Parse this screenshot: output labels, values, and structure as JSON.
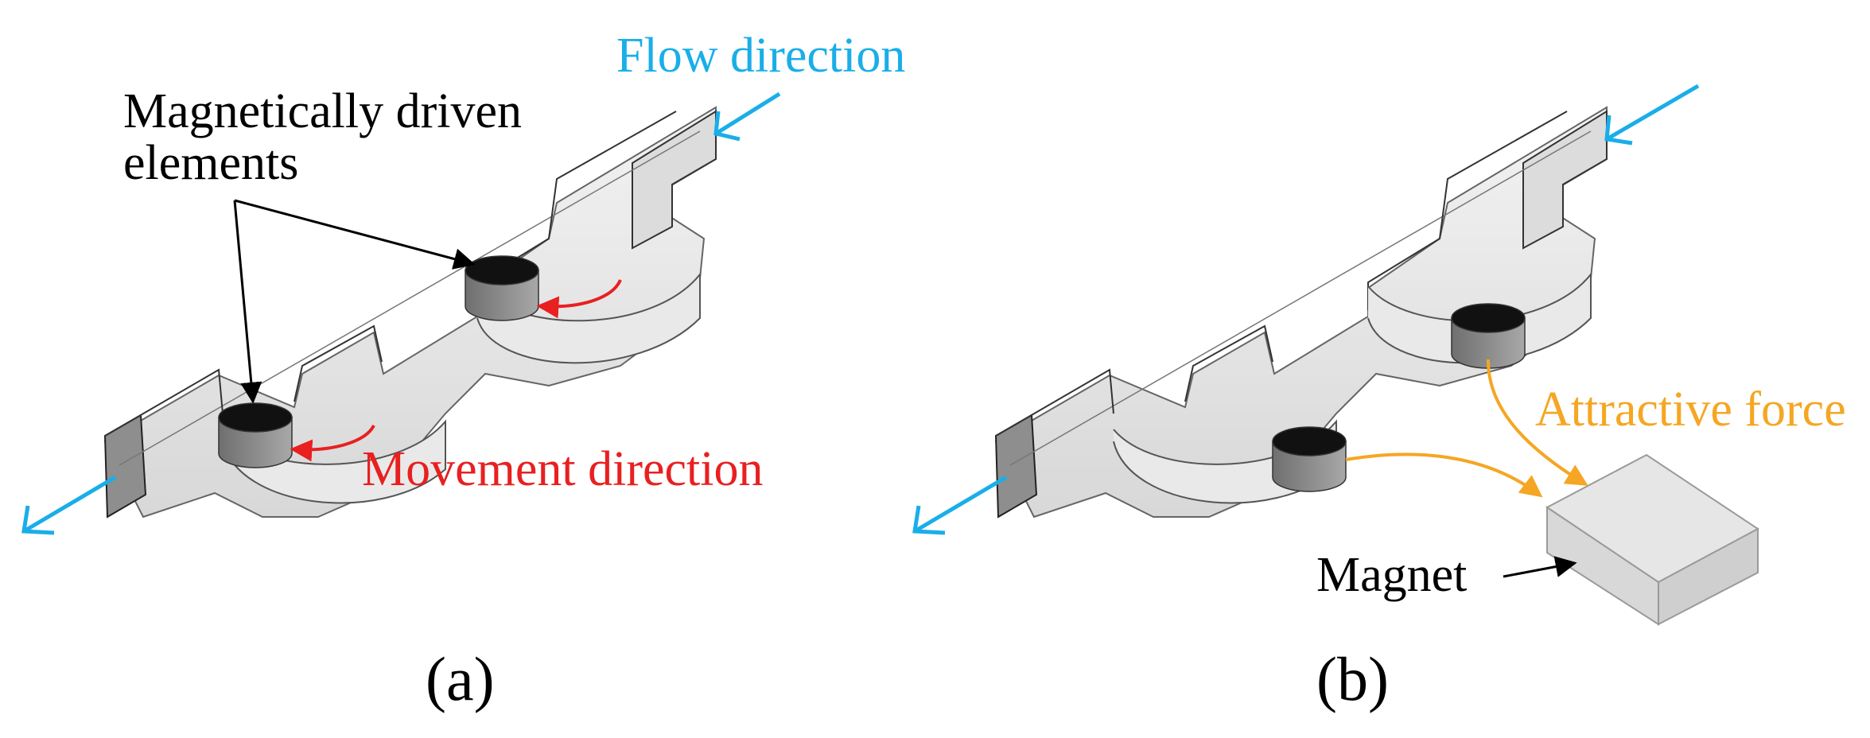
{
  "labels": {
    "flow_direction": "Flow direction",
    "magnetic_elements_line1": "Magnetically driven",
    "magnetic_elements_line2": "elements",
    "movement_direction": "Movement direction",
    "attractive_force": "Attractive force",
    "magnet": "Magnet",
    "panel_a": "(a)",
    "panel_b": "(b)"
  },
  "colors": {
    "flow_arrow": "#1aaee8",
    "movement_arrow": "#e82020",
    "attractive_arrow": "#f5a623",
    "label_flow": "#1aaee8",
    "label_movement": "#e82020",
    "label_attractive": "#f5a623",
    "channel_fill": "#e6e6e6",
    "element_top": "#111111",
    "element_side": "#8c8c8c"
  }
}
